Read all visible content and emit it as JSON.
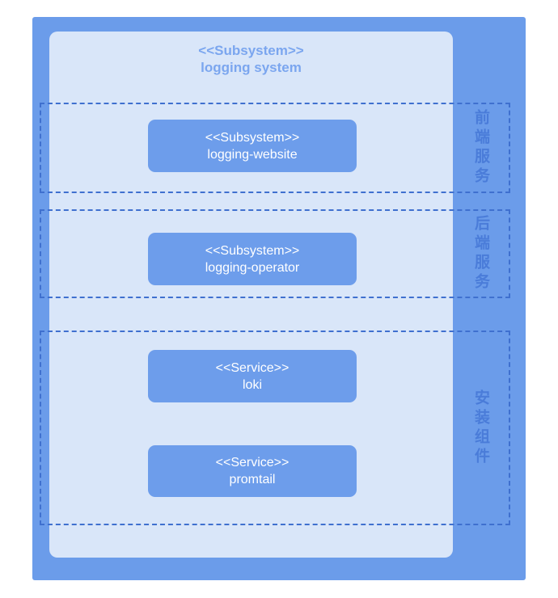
{
  "diagram": {
    "root": {
      "stereotype": "<<Subsystem>>",
      "name": "logging system"
    },
    "sections": [
      {
        "id": "frontend",
        "label": "前端服务"
      },
      {
        "id": "backend",
        "label": "后端服务"
      },
      {
        "id": "install",
        "label": "安装组件"
      }
    ],
    "nodes": [
      {
        "stereotype": "<<Subsystem>>",
        "name": "logging-website",
        "section": "frontend"
      },
      {
        "stereotype": "<<Subsystem>>",
        "name": "logging-operator",
        "section": "backend"
      },
      {
        "stereotype": "<<Service>>",
        "name": "loki",
        "section": "install"
      },
      {
        "stereotype": "<<Service>>",
        "name": "promtail",
        "section": "install"
      }
    ],
    "colors": {
      "frame": "#6B9CEA",
      "panel": "#D9E6F9",
      "node_fill": "#6D9DEB",
      "node_text": "#FFFFFF",
      "title_text": "#7BA6EF",
      "section_label_text": "#4A7CD9",
      "dashed_border": "#3F70CF",
      "page_background": "#FFFFFF"
    }
  }
}
